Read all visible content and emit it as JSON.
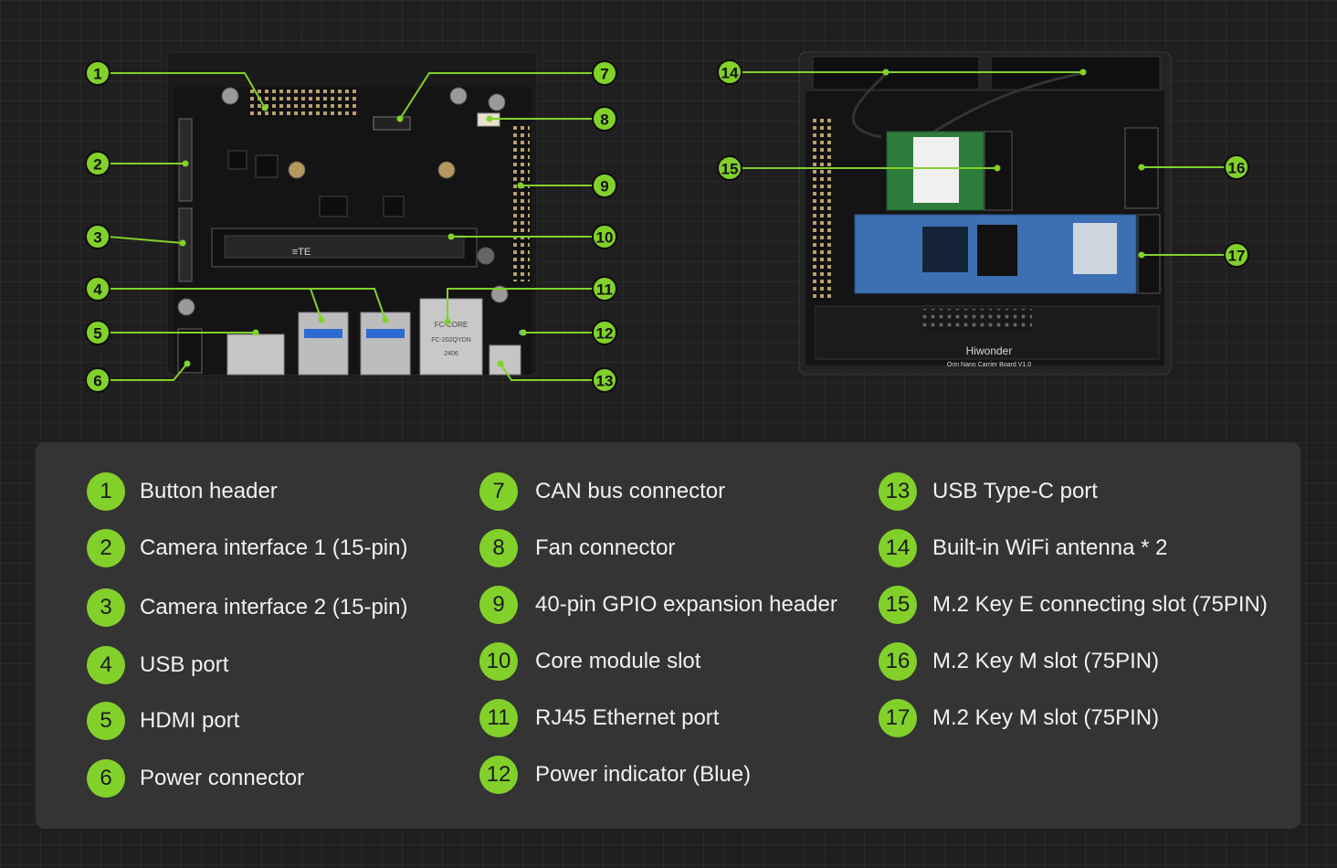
{
  "board_text": {
    "brand": "Hiwonder",
    "board_name": "Orin Nano Carrier Board V1.0",
    "ethernet_brand": "FC-CORE",
    "ethernet_model": "FC-202QYDN",
    "ethernet_code": "2406",
    "dimm_marking": "≡TE"
  },
  "callouts": [
    {
      "num": "1",
      "label": "Button header"
    },
    {
      "num": "2",
      "label": "Camera interface 1 (15-pin)"
    },
    {
      "num": "3",
      "label": "Camera interface 2 (15-pin)"
    },
    {
      "num": "4",
      "label": "USB port"
    },
    {
      "num": "5",
      "label": "HDMI port"
    },
    {
      "num": "6",
      "label": "Power connector"
    },
    {
      "num": "7",
      "label": "CAN bus connector"
    },
    {
      "num": "8",
      "label": "Fan connector"
    },
    {
      "num": "9",
      "label": "40-pin GPIO expansion header"
    },
    {
      "num": "10",
      "label": "Core module slot"
    },
    {
      "num": "11",
      "label": "RJ45 Ethernet port"
    },
    {
      "num": "12",
      "label": "Power indicator (Blue)"
    },
    {
      "num": "13",
      "label": "USB Type-C port"
    },
    {
      "num": "14",
      "label": "Built-in WiFi antenna * 2"
    },
    {
      "num": "15",
      "label": "M.2 Key E connecting slot (75PIN)"
    },
    {
      "num": "16",
      "label": "M.2 Key M slot (75PIN)"
    },
    {
      "num": "17",
      "label": "M.2 Key M slot (75PIN)"
    }
  ],
  "colors": {
    "accent_green": "#82d12b",
    "background": "#1f1f1f",
    "panel": "#343434",
    "pcb": "#151515",
    "ssd_blue": "#3d6fb3",
    "wifi_green": "#2f7d3d"
  }
}
